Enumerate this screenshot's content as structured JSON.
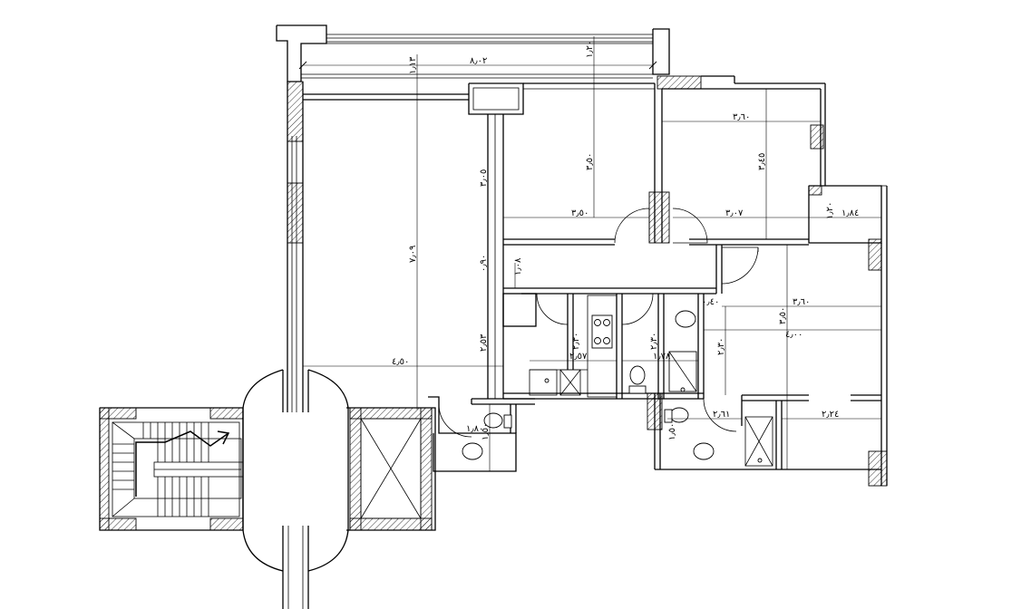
{
  "dimensions": {
    "overall_width": "٨٫٠٢",
    "wall_top_left": "١٫١٣",
    "wall_top_right": "١٫٢٠",
    "room_right_width": "٣٫٦٠",
    "room_right_height": "٣٫٤٥",
    "room_mid_height": "٣٫٥٠",
    "room_mid_width": "٣٫٥٠",
    "room_right_width2": "٣٫٠٧",
    "corridor_left_height": "٣٫٠٥",
    "living_height": "٧٫٠٩",
    "balcony_w": "١٫٢٠",
    "balcony_d": "١٫٨٤",
    "corridor_h": "١٫٠٨",
    "corridor_h2": "٠٫٩٠",
    "living_width": "٤٫٥٠",
    "kitchen_h": "٢٫٥٣",
    "kitchen_h2": "٢٫٣٠",
    "kitchen_w": "٢٫٥٧",
    "bath_h": "٢٫٣٠",
    "bath_w": "١٫٧٨",
    "bed3_gap": "٠٫٤٠",
    "bed3_width": "٣٫٦٠",
    "bed3_h": "٣٫٥٠",
    "bed3_h2": "٤٫٠٠",
    "bed3_h3": "٢٫٣٠",
    "wc_w": "٢٫٦١",
    "bath2_w": "٢٫٢٤",
    "wc_left_w": "١٫٨٠",
    "wc_left_h": "١٫٥٠",
    "wc_right_h": "١٫٥٠"
  }
}
